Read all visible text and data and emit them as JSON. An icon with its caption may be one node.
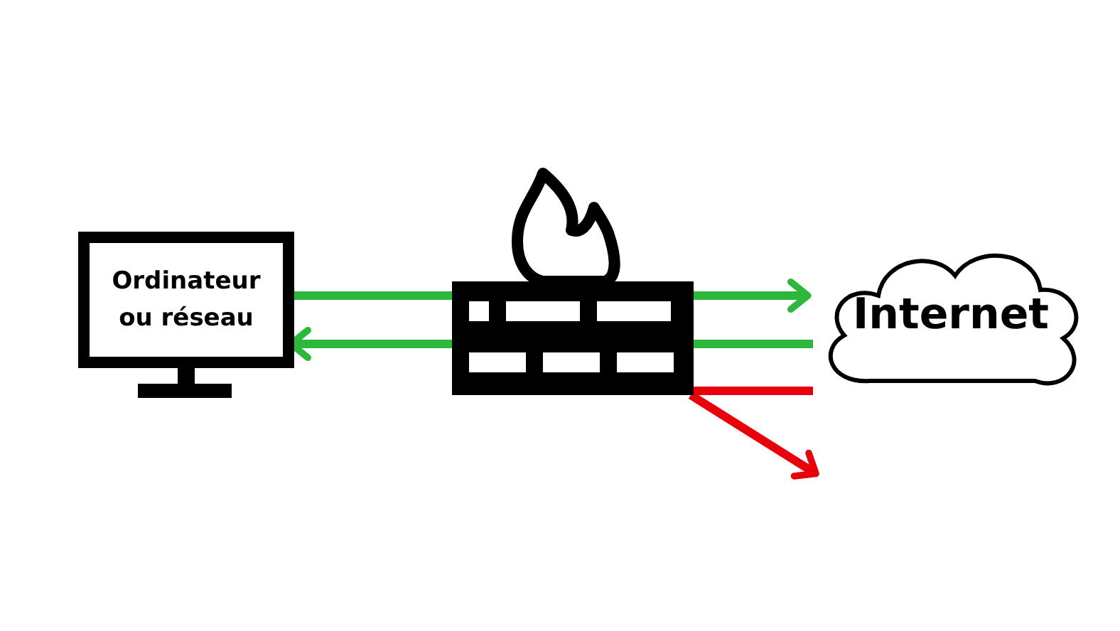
{
  "diagram": {
    "nodes": [
      {
        "text": [
          "Ordinateur ou réseau"
        ]
      },
      {
        "text": [],
        "shape": "wall"
      },
      {
        "text": [
          "Internet"
        ]
      }
    ],
    "edges": [
      {
        "from": 0,
        "to": 1,
        "arrow": "none"
      },
      {
        "from": 1,
        "to": 2,
        "arrow": "to"
      },
      {
        "from": 2,
        "to": 1,
        "arrow": "none"
      },
      {
        "from": 1,
        "to": 0,
        "arrow": "to"
      },
      {
        "from": 2,
        "to": 1,
        "arrow": "none",
        "color": "#e8000b"
      },
      {
        "from": 1,
        "to": null,
        "arrow": "to",
        "color": "#e8000b"
      }
    ]
  }
}
